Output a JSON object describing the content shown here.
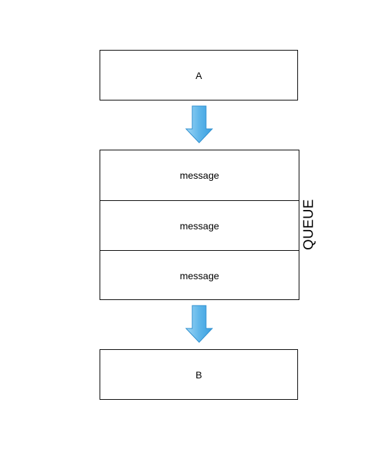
{
  "diagram": {
    "producer": {
      "label": "A"
    },
    "queue": {
      "label": "QUEUE",
      "messages": [
        "message",
        "message",
        "message"
      ]
    },
    "consumer": {
      "label": "B"
    },
    "colors": {
      "arrow_fill_top": "#7fc6f0",
      "arrow_fill_bottom": "#3aa3e3",
      "arrow_stroke": "#2e8fcf",
      "box_border": "#000000"
    }
  }
}
